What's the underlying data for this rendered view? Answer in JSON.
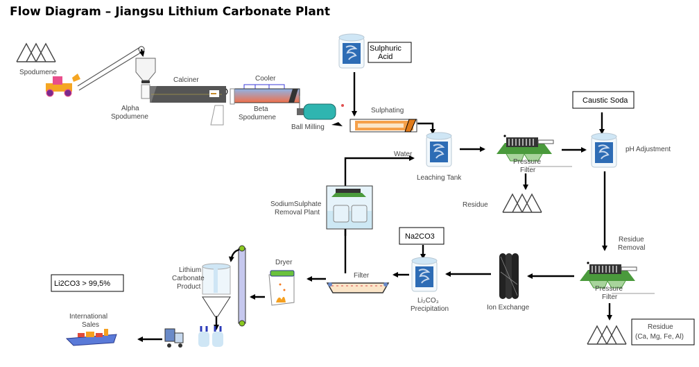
{
  "title": "Flow Diagram – Jiangsu Lithium Carbonate Plant",
  "labels": {
    "spodumene": "Spodumene",
    "alpha_1": "Alpha",
    "alpha_2": "Spodumene",
    "calciner": "Calciner",
    "cooler": "Cooler",
    "beta_1": "Beta",
    "beta_2": "Spodumene",
    "ball_milling": "Ball Milling",
    "sulphating": "Sulphating",
    "water": "Water",
    "leaching_tank": "Leaching Tank",
    "pressure_filter_1a": "Pressure",
    "pressure_filter_1b": "Filter",
    "residue": "Residue",
    "ph_adjustment": "pH Adjustment",
    "residue_removal_1": "Residue",
    "residue_removal_2": "Removal",
    "pressure_filter_2a": "Pressure",
    "pressure_filter_2b": "Filter",
    "ion_exchange": "Ion Exchange",
    "precip_1": "Li₂CO₃",
    "precip_2": "Precipitation",
    "filter": "Filter",
    "sodium_sulphate_1": "SodiumSulphate",
    "sodium_sulphate_2": "Removal Plant",
    "dryer": "Dryer",
    "lithium_product_1": "Lithium",
    "lithium_product_2": "Carbonate",
    "lithium_product_3": "Product",
    "intl_sales_1": "International",
    "intl_sales_2": "Sales"
  },
  "boxes": {
    "sulphuric_1": "Sulphuric",
    "sulphuric_2": "Acid",
    "caustic_soda": "Caustic Soda",
    "na2co3": "Na2CO3",
    "purity": "Li2CO3 > 99,5%",
    "residue_final_1": "Residue",
    "residue_final_2": "(Ca, Mg, Fe, Al)"
  },
  "colors": {
    "tank_blue": "#2d6cb5",
    "tank_top": "#cfe6f5",
    "filter_green": "#4a9a3c",
    "calciner_grey": "#555555",
    "cooler_top": "#8fb3e6",
    "cooler_bottom": "#f0704a",
    "sulphating_orange": "#f5a04a",
    "mill_teal": "#2fb5b0"
  }
}
